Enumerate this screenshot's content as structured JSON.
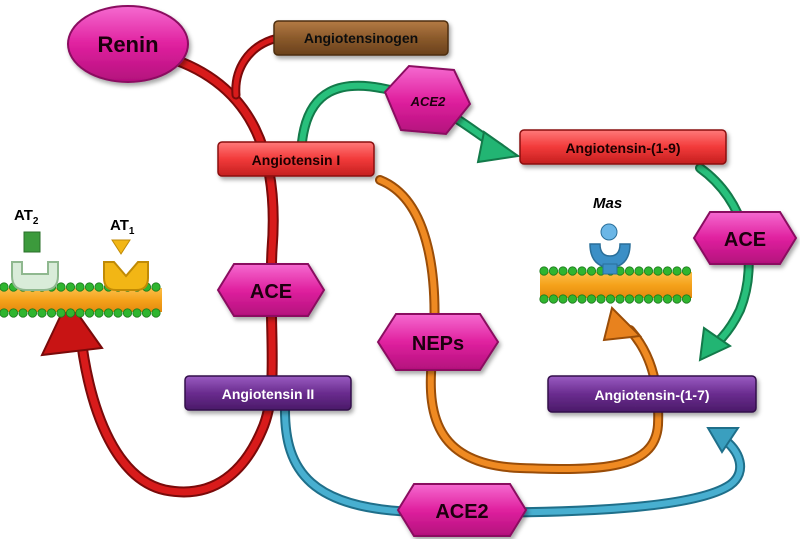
{
  "nodes": {
    "renin": "Renin",
    "angiotensinogen": "Angiotensinogen",
    "angiotensin_i": "Angiotensin I",
    "angiotensin_1_9": "Angiotensin-(1-9)",
    "angiotensin_ii": "Angiotensin II",
    "angiotensin_1_7": "Angiotensin-(1-7)"
  },
  "enzymes": {
    "ace2_top": "ACE2",
    "ace_right": "ACE",
    "ace_left": "ACE",
    "neps": "NEPs",
    "ace2_bottom": "ACE2"
  },
  "receptors": {
    "at2_base": "AT",
    "at2_sub": "2",
    "at1_base": "AT",
    "at1_sub": "1",
    "mas": "Mas"
  },
  "colors": {
    "renin_magenta": "#e81fa8",
    "angiotensinogen_brown": "#8b5a2b",
    "angiotensin_red": "#f23a3a",
    "angiotensin_purple": "#6a2c8f",
    "enzyme_magenta": "#e0219f",
    "pathway_red": "#c81414",
    "pathway_green": "#22b573",
    "pathway_orange": "#e8821e",
    "pathway_blue": "#3a9fbf",
    "membrane_orange": "#f5a21b",
    "membrane_green": "#2fb52f",
    "at1_yellow": "#f2b615",
    "at2_green": "#3c9a3c",
    "mas_blue": "#3b8fc6"
  }
}
